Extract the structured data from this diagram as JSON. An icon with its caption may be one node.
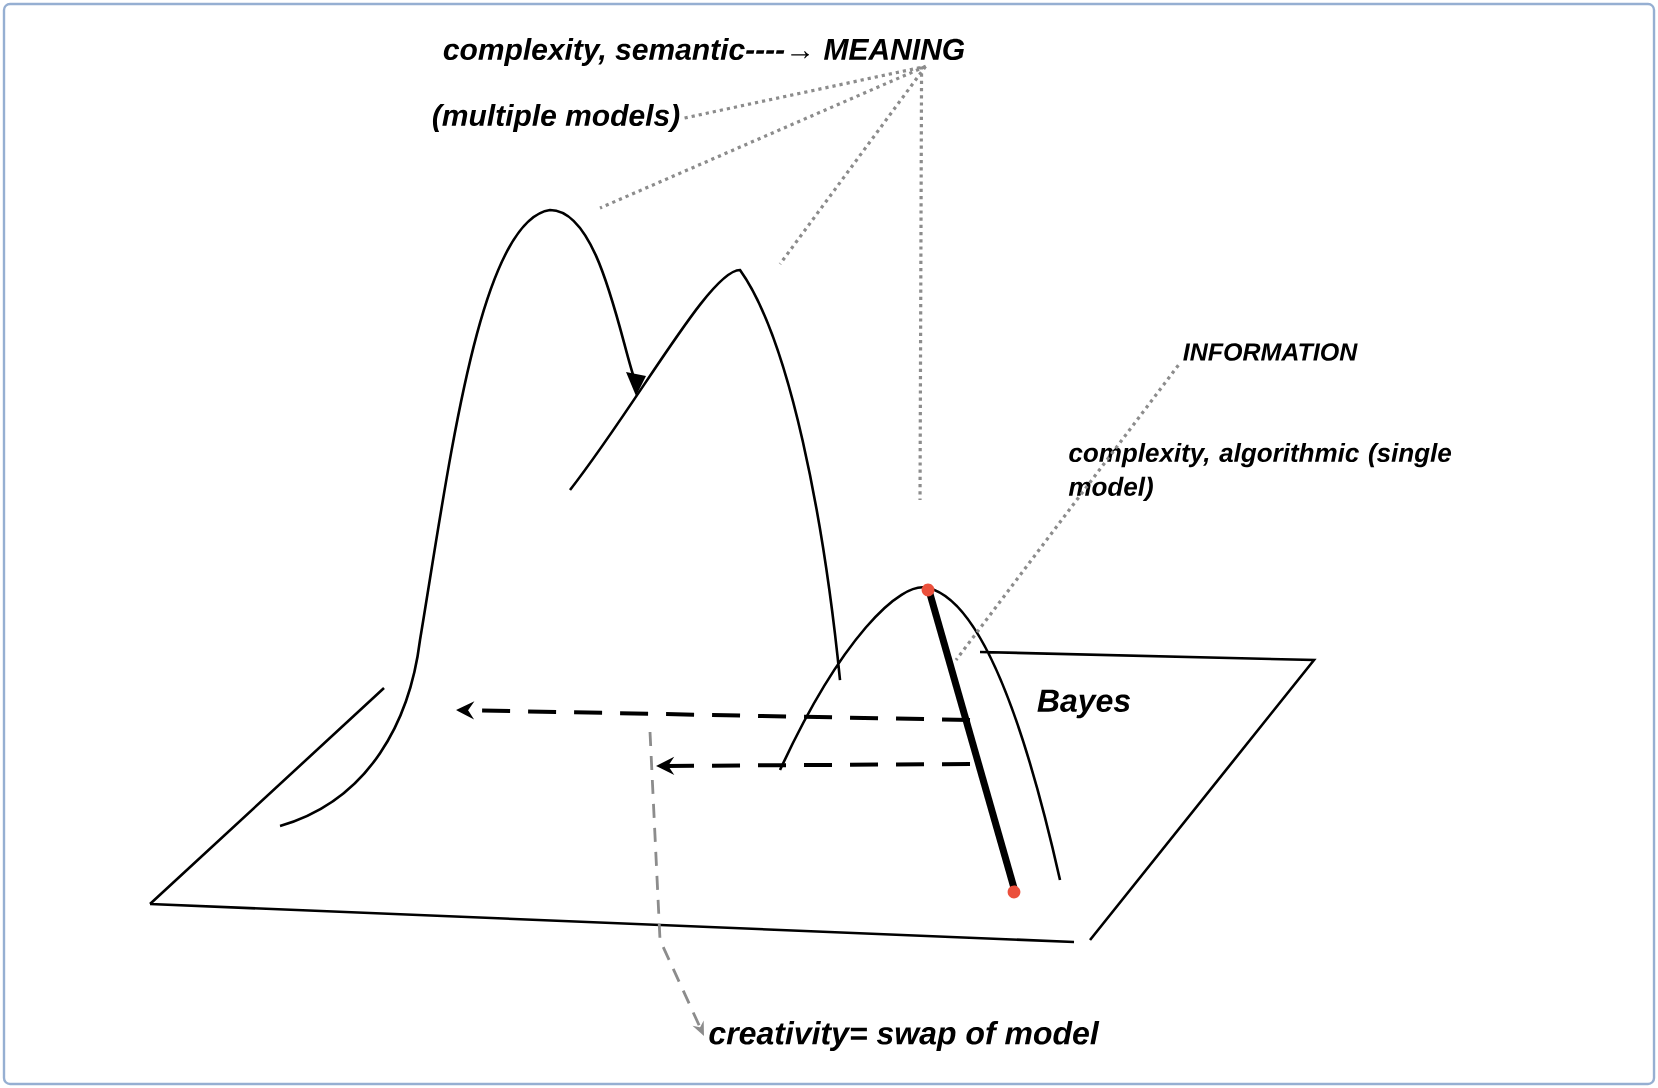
{
  "diagram": {
    "nodes": [
      {
        "text": [
          "complexity, semantic----→ MEANING"
        ]
      },
      {
        "text": [
          "(multiple models)"
        ]
      },
      {
        "text": [
          "INFORMATION"
        ]
      },
      {
        "text": [
          "complexity, algorithmic (single model)"
        ]
      },
      {
        "text": [
          "Bayes"
        ]
      },
      {
        "text": [
          "creativity= swap of model"
        ]
      }
    ],
    "edges": [
      {
        "from": 0,
        "to": null,
        "arrow": "none"
      },
      {
        "from": 0,
        "to": null,
        "arrow": "none"
      },
      {
        "from": 0,
        "to": null,
        "arrow": "none"
      },
      {
        "from": 1,
        "to": 0,
        "arrow": "none"
      },
      {
        "from": 2,
        "to": null,
        "arrow": "none"
      },
      {
        "from": null,
        "to": 5,
        "arrow": "to",
        "style": "dashed"
      }
    ]
  }
}
